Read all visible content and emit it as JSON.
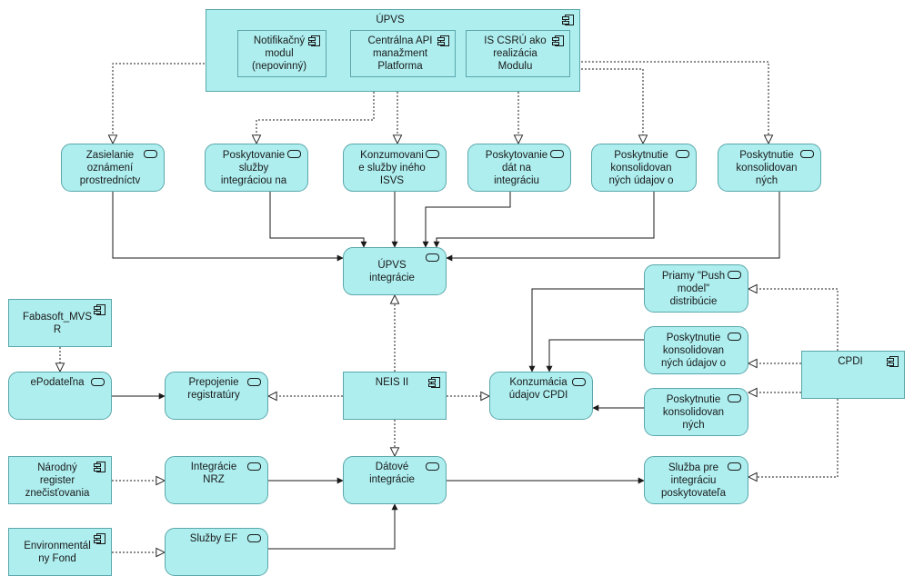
{
  "nodes": {
    "upvs": "ÚPVS",
    "notif": "Notifikačný\nmodul\n(nepovinný)",
    "capi": "Centrálna API\nmanažment\nPlatforma",
    "iscsru": "IS CSRÚ ako\nrealizácia\nModulu",
    "zasielanie": "Zasielanie\noznámení\nprostredníctv",
    "poskytovanieSluzby": "Poskytovanie\nslužby\nintegráciou na",
    "konzumovanie": "Konzumovani\ne služby iného\nISVS",
    "poskytovanieDat": "Poskytovanie\ndát na\nintegráciu",
    "poskKons1": "Poskytnutie\nkonsolidovan\nných údajov o",
    "poskKons2": "Poskytnutie\nkonsolidovan\nných",
    "upvsInt": "ÚPVS\nintegrácie",
    "fabasoft": "Fabasoft_MVS\nR",
    "epodatelna": "ePodateľna",
    "prepojenie": "Prepojenie\nregistratúry",
    "neis": "NEIS II",
    "konzumacia": "Konzumácia\núdajov CPDI",
    "priamy": "Priamy \"Push\nmodel\"\ndistribúcie",
    "poskKons3": "Poskytnutie\nkonsolidovan\nných údajov o",
    "poskKons4": "Poskytnutie\nkonsolidovan\nných",
    "cpdi": "CPDI",
    "narodny": "Národný\nregister\nznečisťovania",
    "integraciaNRZ": "Integrácie\nNRZ",
    "datove": "Dátové\nintegrácie",
    "sluzbaPre": "Služba pre\nintegráciu\nposkytovateľa",
    "envFond": "Environmentál\nny Fond",
    "sluzbyEF": "Služby EF"
  },
  "colors": {
    "fill": "#aeeeef",
    "border": "#5aa7ab",
    "line": "#1a1a1a"
  }
}
